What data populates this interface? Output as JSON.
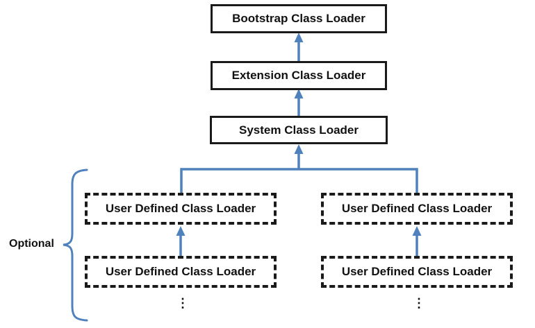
{
  "nodes": {
    "bootstrap": {
      "label": "Bootstrap Class Loader"
    },
    "extension": {
      "label": "Extension Class Loader"
    },
    "system": {
      "label": "System Class Loader"
    },
    "user_defined": [
      {
        "label": "User Defined Class Loader"
      },
      {
        "label": "User Defined Class Loader"
      },
      {
        "label": "User Defined Class Loader"
      },
      {
        "label": "User Defined Class Loader"
      }
    ]
  },
  "edges": [
    {
      "from": "extension",
      "to": "bootstrap"
    },
    {
      "from": "system",
      "to": "extension"
    },
    {
      "from": "user_defined_group",
      "to": "system"
    },
    {
      "from": "user_defined.1",
      "to": "user_defined.0"
    },
    {
      "from": "user_defined.3",
      "to": "user_defined.2"
    }
  ],
  "annotations": {
    "optional_label": "Optional",
    "ellipsis": "⋮"
  },
  "colors": {
    "connector_blue": "#4f81bd",
    "box_border": "#1a1a1a",
    "text": "#111111",
    "background": "#ffffff"
  }
}
